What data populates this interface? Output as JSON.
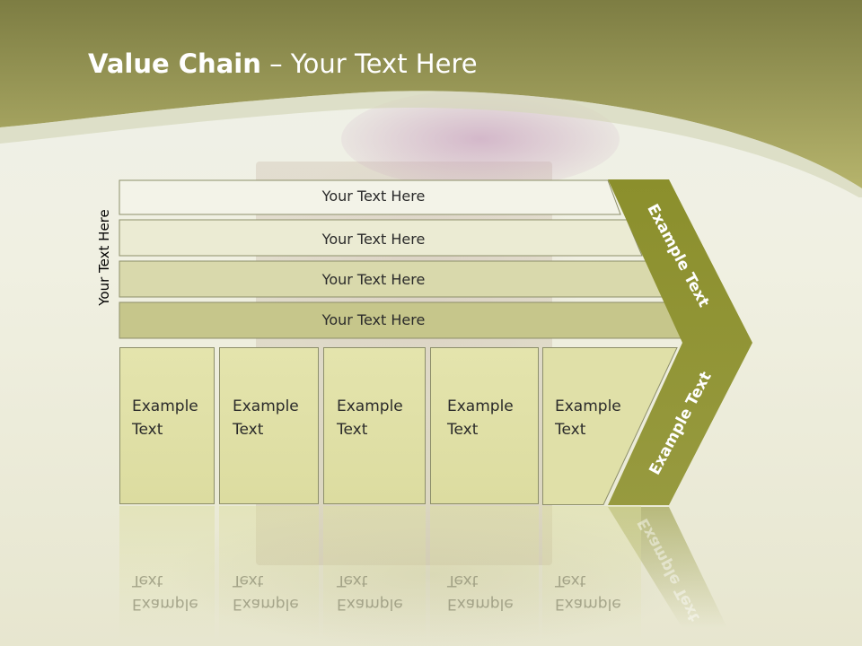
{
  "title": {
    "bold": "Value Chain",
    "rest": " – Your Text Here"
  },
  "side_label": "Your Text Here",
  "bars": [
    {
      "label": "Your Text Here"
    },
    {
      "label": "Your Text Here"
    },
    {
      "label": "Your Text Here"
    },
    {
      "label": "Your Text Here"
    }
  ],
  "columns": [
    {
      "line1": "Example",
      "line2": "Text"
    },
    {
      "line1": "Example",
      "line2": "Text"
    },
    {
      "line1": "Example",
      "line2": "Text"
    },
    {
      "line1": "Example",
      "line2": "Text"
    },
    {
      "line1": "Example",
      "line2": "Text"
    }
  ],
  "chevron": {
    "upper_label": "Example Text",
    "lower_label": "Example Text"
  },
  "colors": {
    "header": "#9a9a55",
    "chevron": "#8e9233",
    "bar_light": "#f3f3e8",
    "bar_dark": "#c6c68b",
    "column": "#e0e0a8"
  }
}
